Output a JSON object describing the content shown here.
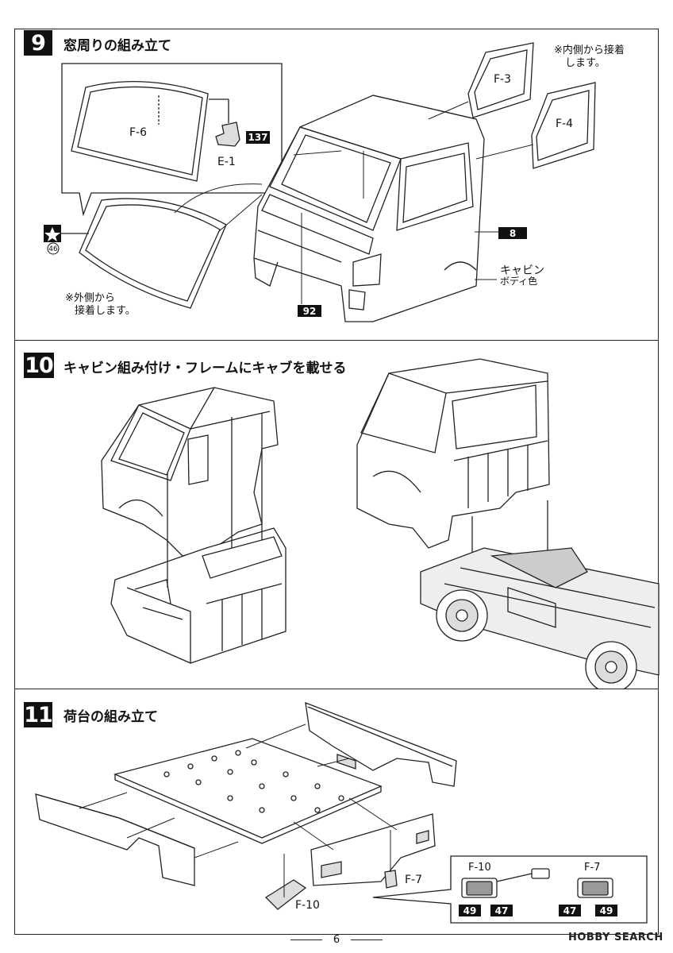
{
  "steps": [
    {
      "number": "9",
      "title": "窓周りの組み立て"
    },
    {
      "number": "10",
      "title": "キャビン組み付け・フレームにキャブを載せる"
    },
    {
      "number": "11",
      "title": "荷台の組み立て"
    }
  ],
  "step9": {
    "note_inside": [
      "※内側から接着",
      "します。"
    ],
    "note_outside": [
      "※外側から",
      "接着します。"
    ],
    "part_f6": "F-6",
    "part_f3": "F-3",
    "part_f4": "F-4",
    "part_e1": "E-1",
    "paint_137": "137",
    "paint_8": "8",
    "paint_92": "92",
    "cabin_label": "キャビン",
    "body_color_label": "ボディ色",
    "star_ref": "46"
  },
  "step11": {
    "part_f7": "F-7",
    "part_f10": "F-10",
    "detail_f10": "F-10",
    "detail_f7": "F-7",
    "paint_a": "49",
    "paint_b": "47",
    "paint_c": "47",
    "paint_d": "49"
  },
  "page_number": "6",
  "watermark": "HOBBY SEARCH"
}
